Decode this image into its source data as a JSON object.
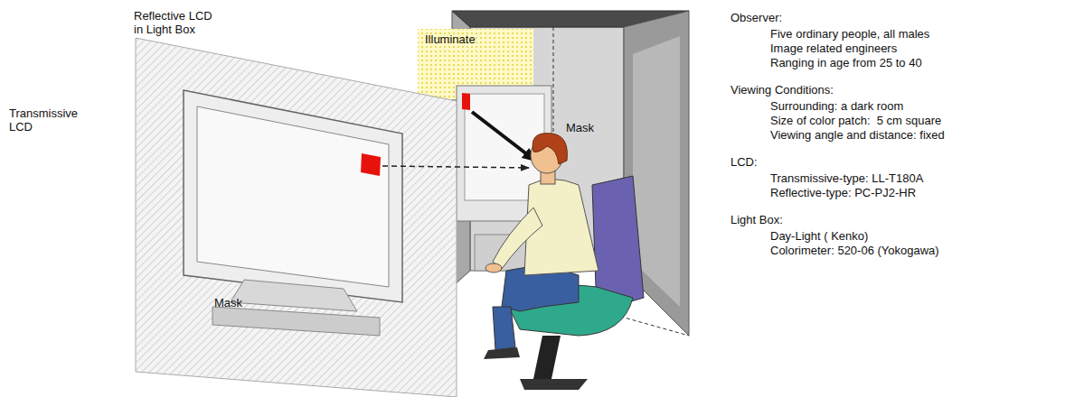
{
  "diagram": {
    "labels": [
      "Reflective LCD in Light Box",
      "Transmissive LCD",
      "Illuminate",
      "Mask",
      "Mask",
      "Observer:",
      "Five ordinary people, all males",
      "Image related engineers",
      "Ranging in age from 25 to 40",
      "Viewing Conditions:",
      "Surrounding: a dark room",
      "Size of color patch:  5 cm square",
      "Viewing angle and distance: fixed",
      "LCD:",
      "Transmissive-type: LL-T180A",
      "Reflective-type: PC-PJ2-HR",
      "Light Box:",
      "Day-Light ( Kenko)",
      "Colorimeter: 520-06 (Yokogawa)"
    ]
  }
}
